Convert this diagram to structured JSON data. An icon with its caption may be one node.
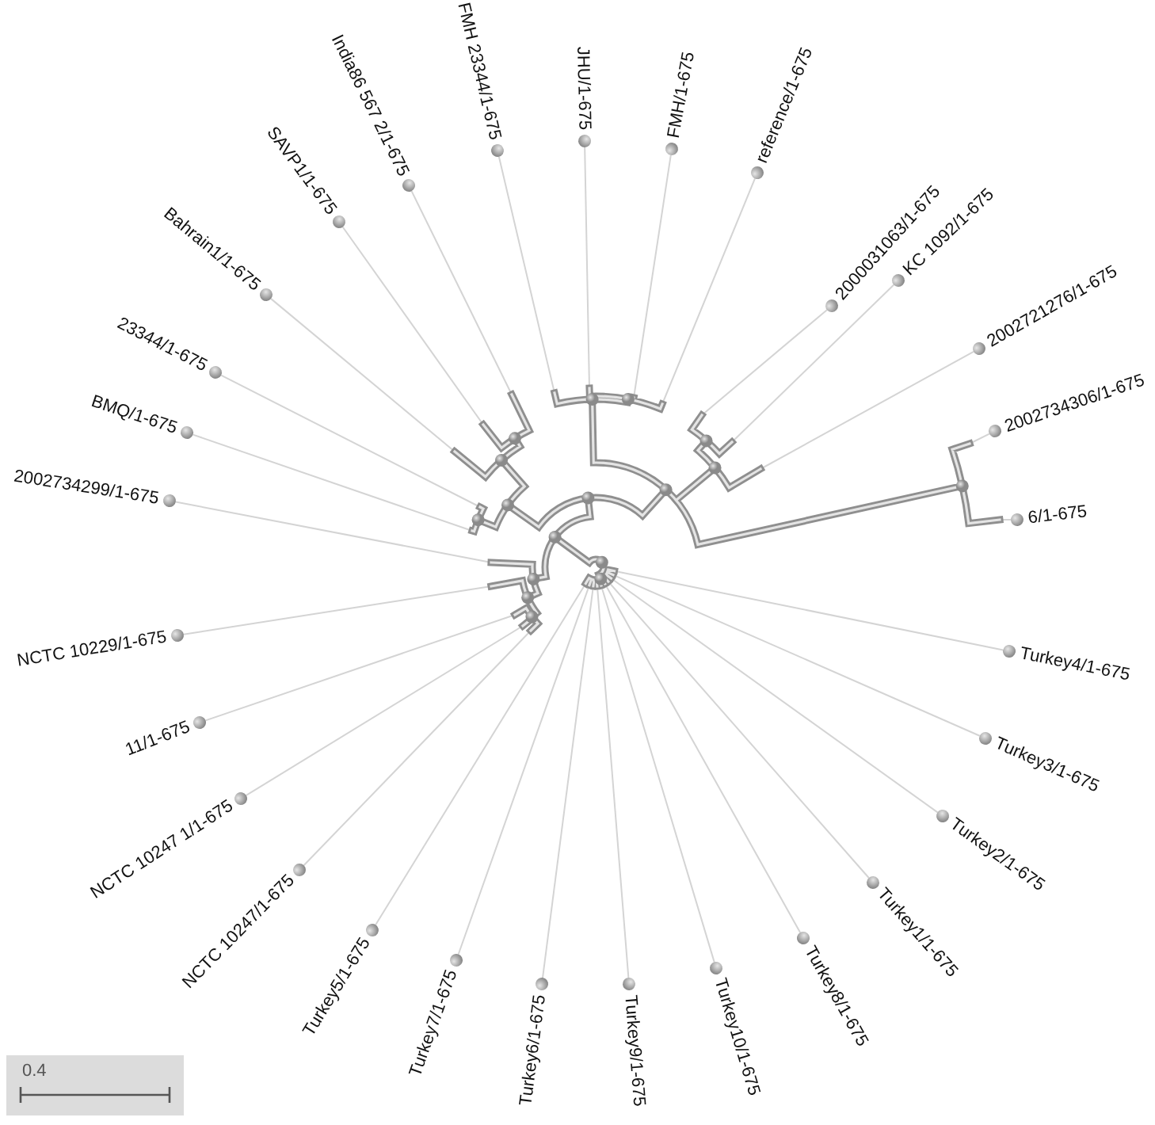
{
  "diagram": {
    "nodes": [
      {
        "text": [
          "6/1-675"
        ]
      },
      {
        "text": [
          "2002734306/1-675"
        ]
      },
      {
        "text": [
          "2002721276/1-675"
        ]
      },
      {
        "text": [
          "KC 1092/1-675"
        ]
      },
      {
        "text": [
          "2000031063/1-675"
        ]
      },
      {
        "text": [
          "reference/1-675"
        ]
      },
      {
        "text": [
          "FMH/1-675"
        ]
      },
      {
        "text": [
          "JHU/1-675"
        ]
      },
      {
        "text": [
          "FMH 23344/1-675"
        ]
      },
      {
        "text": [
          "India86 567 2/1-675"
        ]
      },
      {
        "text": [
          "SAVP1/1-675"
        ]
      },
      {
        "text": [
          "Bahrain1/1-675"
        ]
      },
      {
        "text": [
          "23344/1-675"
        ]
      },
      {
        "text": [
          "BMQ/1-675"
        ]
      },
      {
        "text": [
          "2002734299/1-675"
        ]
      },
      {
        "text": [
          "NCTC 10229/1-675"
        ]
      },
      {
        "text": [
          "11/1-675"
        ]
      },
      {
        "text": [
          "NCTC 10247 1/1-675"
        ]
      },
      {
        "text": [
          "NCTC 10247/1-675"
        ]
      },
      {
        "text": [
          "Turkey5/1-675"
        ]
      },
      {
        "text": [
          "Turkey7/1-675"
        ]
      },
      {
        "text": [
          "Turkey6/1-675"
        ]
      },
      {
        "text": [
          "Turkey9/1-675"
        ]
      },
      {
        "text": [
          "Turkey10/1-675"
        ]
      },
      {
        "text": [
          "Turkey8/1-675"
        ]
      },
      {
        "text": [
          "Turkey1/1-675"
        ]
      },
      {
        "text": [
          "Turkey2/1-675"
        ]
      },
      {
        "text": [
          "Turkey3/1-675"
        ]
      },
      {
        "text": [
          "Turkey4/1-675"
        ]
      },
      {
        "text": [],
        "shape": "picture"
      }
    ],
    "edges": [
      {
        "from": 0,
        "to": 29,
        "arrow": "none"
      },
      {
        "from": 1,
        "to": 29,
        "arrow": "none"
      },
      {
        "from": 2,
        "to": 29,
        "arrow": "none"
      },
      {
        "from": 3,
        "to": 29,
        "arrow": "none"
      },
      {
        "from": 4,
        "to": 29,
        "arrow": "none"
      },
      {
        "from": 5,
        "to": 29,
        "arrow": "none"
      },
      {
        "from": 6,
        "to": 29,
        "arrow": "none"
      },
      {
        "from": 7,
        "to": 29,
        "arrow": "none"
      },
      {
        "from": 8,
        "to": 29,
        "arrow": "none"
      },
      {
        "from": 9,
        "to": 29,
        "arrow": "none"
      },
      {
        "from": 10,
        "to": 29,
        "arrow": "none"
      },
      {
        "from": 11,
        "to": 29,
        "arrow": "none"
      },
      {
        "from": 12,
        "to": 29,
        "arrow": "none"
      },
      {
        "from": 13,
        "to": 29,
        "arrow": "none"
      },
      {
        "from": 14,
        "to": 29,
        "arrow": "none"
      },
      {
        "from": 15,
        "to": 29,
        "arrow": "none"
      },
      {
        "from": 16,
        "to": 29,
        "arrow": "none"
      },
      {
        "from": 17,
        "to": 29,
        "arrow": "none"
      },
      {
        "from": 18,
        "to": 29,
        "arrow": "none"
      },
      {
        "from": 19,
        "to": 29,
        "arrow": "none"
      },
      {
        "from": 20,
        "to": 29,
        "arrow": "none"
      },
      {
        "from": 21,
        "to": 29,
        "arrow": "none"
      },
      {
        "from": 22,
        "to": 29,
        "arrow": "none"
      },
      {
        "from": 23,
        "to": 29,
        "arrow": "none"
      },
      {
        "from": 24,
        "to": 29,
        "arrow": "none"
      },
      {
        "from": 25,
        "to": 29,
        "arrow": "none"
      },
      {
        "from": 26,
        "to": 29,
        "arrow": "none"
      },
      {
        "from": 27,
        "to": 29,
        "arrow": "none"
      },
      {
        "from": 28,
        "to": 29,
        "arrow": "none"
      }
    ],
    "labels": [
      "0.4"
    ]
  }
}
